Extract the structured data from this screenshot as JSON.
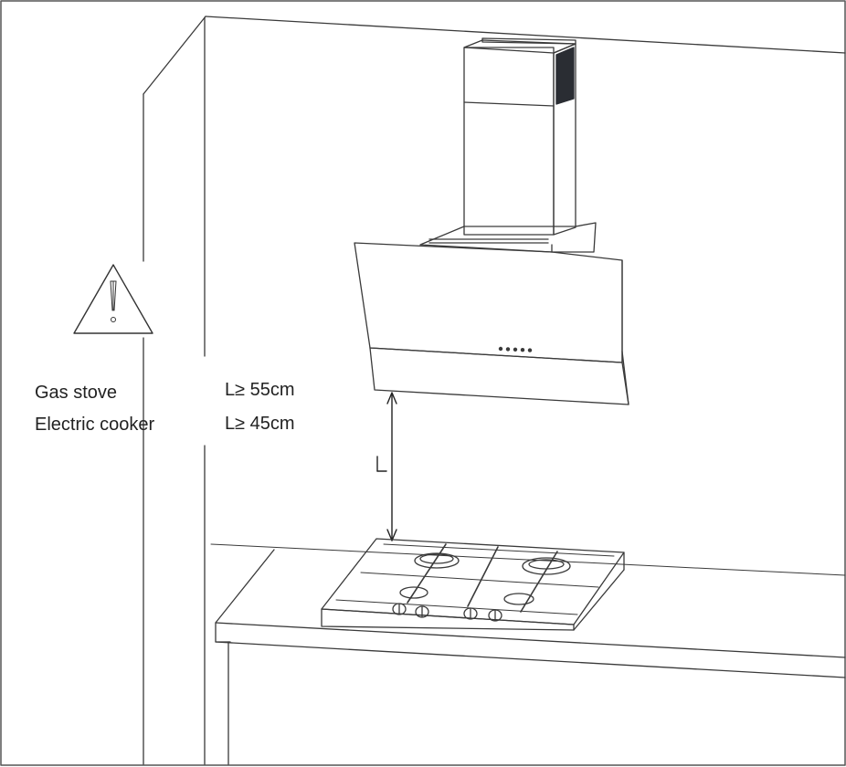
{
  "specs": {
    "gas_stove": {
      "label": "Gas stove",
      "value": "L≥ 55cm"
    },
    "electric_cooker": {
      "label": "Electric cooker",
      "value": "L≥ 45cm"
    }
  },
  "dimension": {
    "letter": "L"
  },
  "colors": {
    "line": "#3a3a3a",
    "panel_dark": "#2a2d33",
    "background": "#ffffff"
  }
}
